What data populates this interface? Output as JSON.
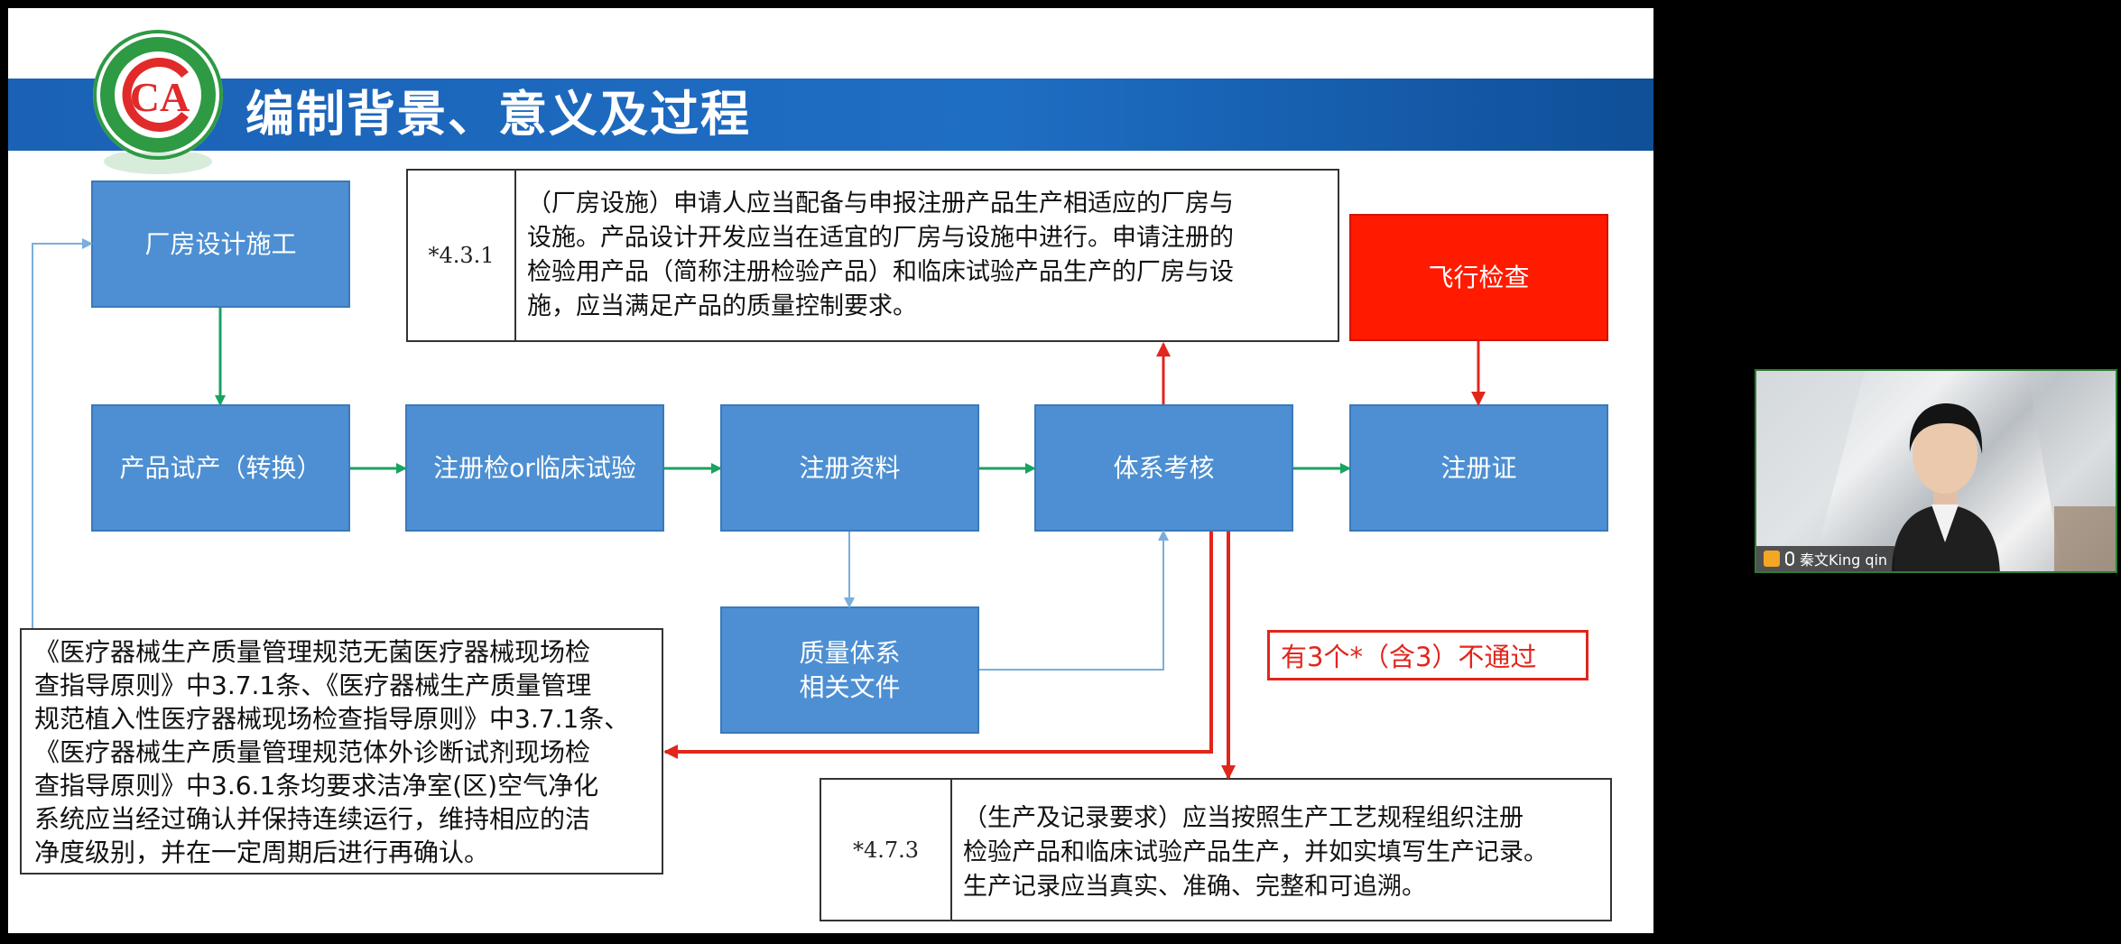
{
  "slide": {
    "title": "编制背景、意义及过程",
    "logo_text": "CA",
    "colors": {
      "box_blue": "#4d8fd2",
      "box_red": "#ff1a00",
      "arrow_green": "#1aa260",
      "arrow_red": "#e1261c",
      "arrow_blue": "#7aaedc"
    }
  },
  "flow": {
    "factory_design": "厂房设计施工",
    "trial_production": "产品试产（转换）",
    "registration_test": "注册检or临床试验",
    "registration_docs": "注册资料",
    "system_audit": "体系考核",
    "registration_cert": "注册证",
    "flight_inspection": "飞行检查",
    "quality_docs_line1": "质量体系",
    "quality_docs_line2": "相关文件"
  },
  "ref_431": {
    "number": "*4.3.1",
    "lines": [
      "（厂房设施）申请人应当配备与申报注册产品生产相适应的厂房与",
      "设施。产品设计开发应当在适宜的厂房与设施中进行。申请注册的",
      "检验用产品（简称注册检验产品）和临床试验产品生产的厂房与设",
      "施，应当满足产品的质量控制要求。"
    ]
  },
  "ref_473": {
    "number": "*4.7.3",
    "lines": [
      "（生产及记录要求）应当按照生产工艺规程组织注册",
      "检验产品和临床试验产品生产，并如实填写生产记录。",
      "生产记录应当真实、准确、完整和可追溯。"
    ]
  },
  "note_left": {
    "lines": [
      "《医疗器械生产质量管理规范无菌医疗器械现场检",
      "查指导原则》中3.7.1条、《医疗器械生产质量管理",
      "规范植入性医疗器械现场检查指导原则》中3.7.1条、",
      "《医疗器械生产质量管理规范体外诊断试剂现场检",
      "查指导原则》中3.6.1条均要求洁净室(区)空气净化",
      "系统应当经过确认并保持连续运行，维持相应的洁",
      "净度级别，并在一定周期后进行再确认。"
    ]
  },
  "fail_label": "有3个*（含3）不通过",
  "video": {
    "speaker_name": "秦文King qin"
  }
}
